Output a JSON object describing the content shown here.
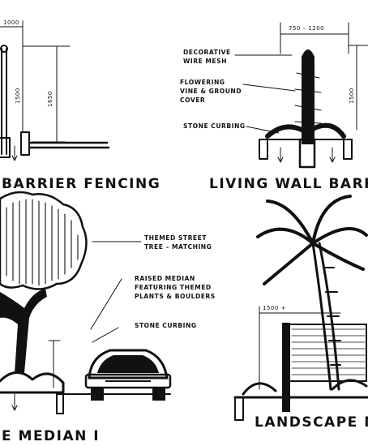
{
  "top_left": {
    "dim_width": "1000",
    "dim_height_inner": "1500",
    "dim_height_outer": "1650",
    "title": "BARRIER FENCING"
  },
  "top_right": {
    "dim_width": "750 – 1200",
    "dim_height": "1500",
    "notes": [
      [
        "DECORATIVE",
        "WIRE MESH"
      ],
      [
        "FLOWERING",
        "VINE & GROUND",
        "COVER"
      ],
      [
        "STONE CURBING"
      ]
    ],
    "title": "LIVING WALL BARR"
  },
  "bottom_left": {
    "notes": [
      [
        "THEMED STREET",
        "TREE – MATCHING"
      ],
      [
        "RAISED MEDIAN",
        "FEATURING THEMED",
        "PLANTS & BOULDERS"
      ],
      [
        "STONE CURBING"
      ]
    ],
    "title": "E MEDIAN I"
  },
  "bottom_right": {
    "dim_width": "1500 +",
    "title": "LANDSCAPE ME"
  }
}
